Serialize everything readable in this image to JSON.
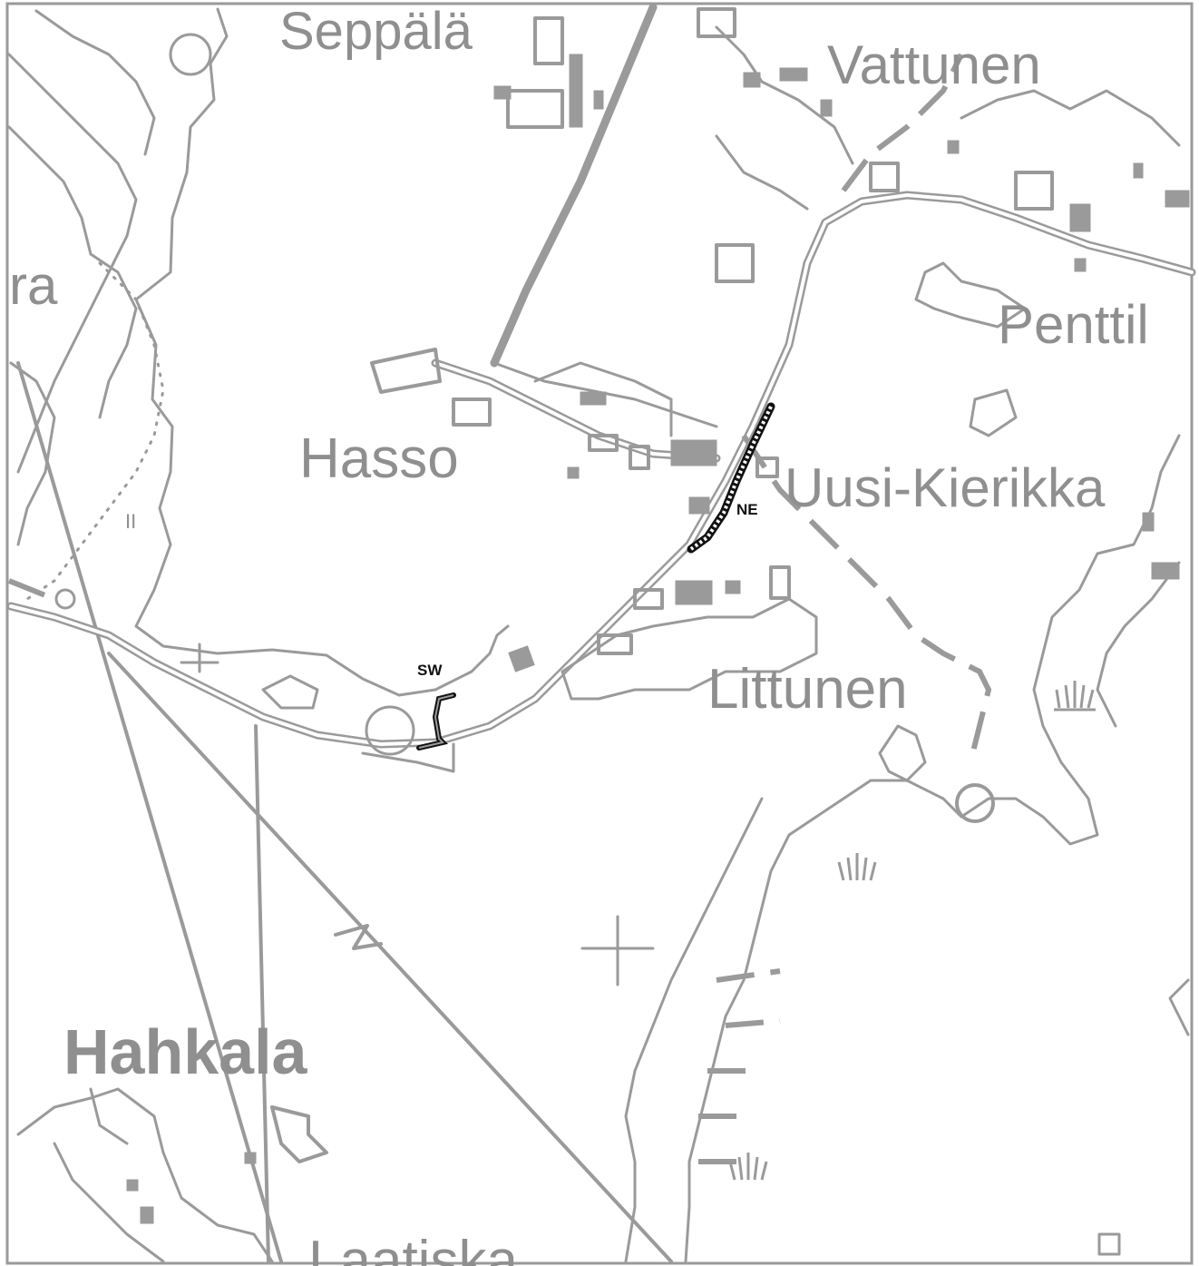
{
  "map": {
    "places": [
      {
        "id": "seppala",
        "name": "Seppälä"
      },
      {
        "id": "vattunen",
        "name": "Vattunen"
      },
      {
        "id": "penttila",
        "name": "Penttil"
      },
      {
        "id": "hasso",
        "name": "Hasso"
      },
      {
        "id": "uusi-kierikka",
        "name": "Uusi-Kierikka"
      },
      {
        "id": "littunen",
        "name": "Littunen"
      },
      {
        "id": "hahkala",
        "name": "Hahkala"
      },
      {
        "id": "laatiska",
        "name": "Laatiska"
      },
      {
        "id": "ra-fragment",
        "name": "ra"
      }
    ],
    "markers": [
      {
        "id": "ne",
        "label": "NE"
      },
      {
        "id": "sw",
        "label": "SW"
      }
    ],
    "colors": {
      "map_gray": "#9a9a9a",
      "label_gray": "#8f8f8f",
      "marker_black": "#111111",
      "background": "#ffffff"
    }
  }
}
